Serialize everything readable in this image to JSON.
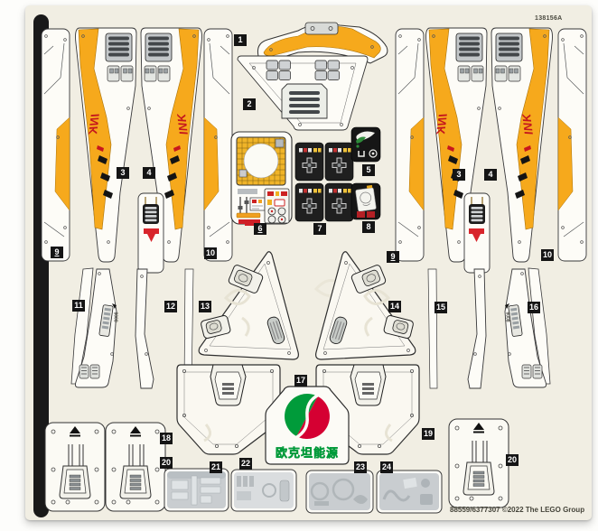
{
  "sheet": {
    "part_code": "138156A",
    "copyright": "88559/6377307 ©2022 The LEGO Group"
  },
  "labels": {
    "ink": "INK",
    "blade_code": "8008",
    "octan_brand": "欧克坦能源"
  },
  "colors": {
    "sheet_background": "#f1eee3",
    "accent_orange": "#f6a91c",
    "accent_red": "#c8161d",
    "logo_green": "#009b3a",
    "logo_red": "#d50032",
    "tag_background": "#151515",
    "tag_text": "#ffffff",
    "silver": "#c9cdd0"
  },
  "tags": [
    {
      "label": "1"
    },
    {
      "label": "2"
    },
    {
      "label": "3"
    },
    {
      "label": "4"
    },
    {
      "label": "3"
    },
    {
      "label": "4"
    },
    {
      "label": "5"
    },
    {
      "label": "6",
      "underline": true
    },
    {
      "label": "7"
    },
    {
      "label": "8"
    },
    {
      "label": "9",
      "underline": true
    },
    {
      "label": "10"
    },
    {
      "label": "9",
      "underline": true
    },
    {
      "label": "10"
    },
    {
      "label": "11"
    },
    {
      "label": "12"
    },
    {
      "label": "13"
    },
    {
      "label": "14"
    },
    {
      "label": "15"
    },
    {
      "label": "16"
    },
    {
      "label": "17"
    },
    {
      "label": "18"
    },
    {
      "label": "19"
    },
    {
      "label": "20"
    },
    {
      "label": "21"
    },
    {
      "label": "22"
    },
    {
      "label": "23"
    },
    {
      "label": "24"
    },
    {
      "label": "20"
    }
  ]
}
